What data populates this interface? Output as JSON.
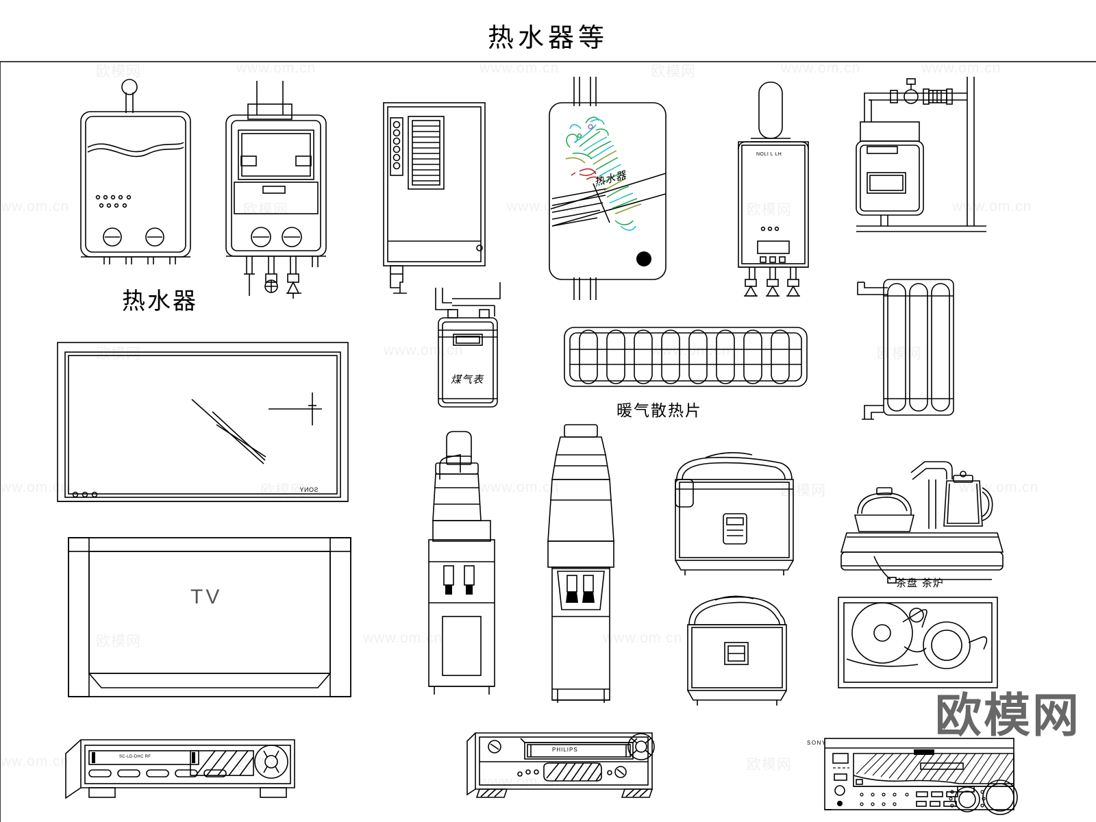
{
  "document": {
    "title": "热水器等",
    "sheet_width": 1600,
    "sheet_height": 1200,
    "line_color": "#000000",
    "background": "#ffffff"
  },
  "labels": {
    "water_heater": "热水器",
    "gas_meter": "煤气表",
    "radiator_fins": "暖气散热片",
    "tea_tray_stove": "茶盘 茶炉",
    "tv": "TV",
    "green_heater_face": "热水器",
    "tv_brand": "SONY"
  },
  "brands": {
    "vcr": "PHILIPS",
    "receiver": "SONY",
    "tuner": "SC-LD-DHC RF",
    "boiler_small": "NOLI L  LH"
  },
  "watermark": {
    "tile_text": "www.om.cn",
    "tile_text_cn": "欧模网",
    "logo": "欧模网",
    "tile_color": "#f0f0f0",
    "logo_color": "#5c5c5c"
  },
  "accent_colors": {
    "floral_green": "#1ba54a",
    "floral_teal": "#18bfc4",
    "floral_red": "#b02020",
    "floral_olive": "#8a9a20"
  },
  "blocks": [
    {
      "id": "heater-1",
      "name": "wall-gas-water-heater-rounded",
      "label": "热水器"
    },
    {
      "id": "heater-2",
      "name": "wall-gas-water-heater-flue",
      "label": ""
    },
    {
      "id": "heater-3",
      "name": "wall-boiler-side-vented",
      "label": ""
    },
    {
      "id": "heater-4",
      "name": "decorated-water-heater-panel",
      "label": "热水器"
    },
    {
      "id": "heater-5",
      "name": "condensing-boiler",
      "label": ""
    },
    {
      "id": "heater-6",
      "name": "gas-meter-assembly-piped",
      "label": ""
    },
    {
      "id": "gas-meter",
      "name": "gas-meter-elevation",
      "label": "煤气表"
    },
    {
      "id": "radiator-1",
      "name": "panel-radiator-fins",
      "label": "暖气散热片"
    },
    {
      "id": "radiator-2",
      "name": "column-radiator-piped",
      "label": ""
    },
    {
      "id": "tv-flat",
      "name": "flat-screen-television",
      "label": ""
    },
    {
      "id": "tv-stand",
      "name": "television-cabinet-stand",
      "label": "TV"
    },
    {
      "id": "cooler-1",
      "name": "water-dispenser-compact",
      "label": ""
    },
    {
      "id": "cooler-2",
      "name": "water-dispenser-tall",
      "label": ""
    },
    {
      "id": "cooker-1",
      "name": "rice-cooker-large",
      "label": ""
    },
    {
      "id": "cooker-2",
      "name": "rice-cooker-small",
      "label": ""
    },
    {
      "id": "tea-set",
      "name": "tea-tray-with-kettle",
      "label": "茶盘 茶炉"
    },
    {
      "id": "tea-plan",
      "name": "tea-tray-plan-view",
      "label": ""
    },
    {
      "id": "av-tuner",
      "name": "audio-tuner-deck",
      "label": ""
    },
    {
      "id": "av-vcr",
      "name": "video-cassette-recorder",
      "label": "PHILIPS"
    },
    {
      "id": "av-amp",
      "name": "av-receiver-amplifier",
      "label": "SONY"
    }
  ]
}
